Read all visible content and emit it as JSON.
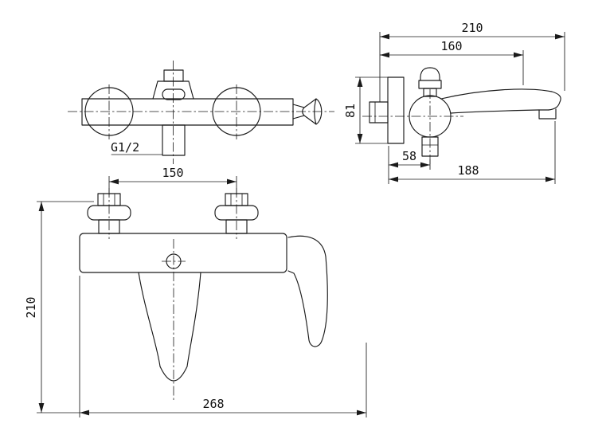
{
  "document": {
    "type": "technical drawing",
    "subject": "wall-mounted single-lever bath mixer faucet, orthographic views with dimensions"
  },
  "dimensions": {
    "top_view": {
      "thread": "G1/2"
    },
    "shared": {
      "connection_centers_mm": "150"
    },
    "side_view": {
      "total_depth_mm": "210",
      "spout_depth_mm": "160",
      "height_mm": "81",
      "wall_to_outlet_mm": "58",
      "reach_mm": "188"
    },
    "front_view": {
      "height_mm": "210",
      "width_mm": "268"
    }
  }
}
